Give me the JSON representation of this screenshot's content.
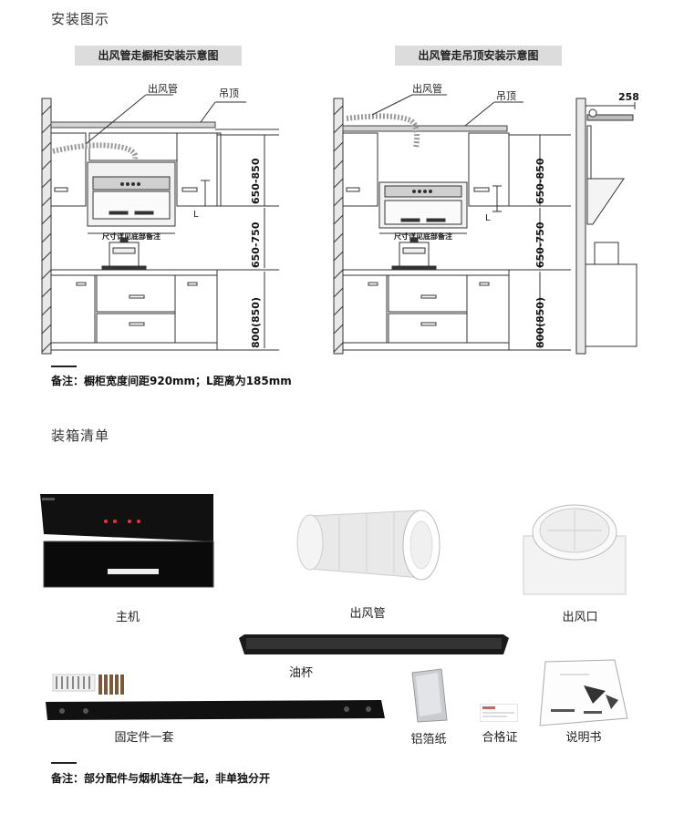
{
  "install": {
    "title": "安装图示",
    "diagram_left": {
      "title": "出风管走橱柜安装示意图",
      "duct_label": "出风管",
      "ceiling_label": "吊顶",
      "dim_top": "650-850",
      "dim_mid": "650-750",
      "dim_bottom": "800(850)",
      "size_note": "尺寸详见底部备注",
      "l_label": "L"
    },
    "diagram_right": {
      "title": "出风管走吊顶安装示意图",
      "duct_label": "出风管",
      "ceiling_label": "吊顶",
      "dim_top": "650-850",
      "dim_mid": "650-750",
      "dim_bottom": "800(850)",
      "size_note": "尺寸详见底部备注",
      "l_label": "L",
      "side_dim": "258"
    },
    "note": "备注：橱柜宽度间距920mm；L距离为185mm"
  },
  "packing": {
    "title": "装箱清单",
    "items": {
      "main_unit": "主机",
      "duct": "出风管",
      "outlet": "出风口",
      "oil_cup": "油杯",
      "fixings": "固定件一套",
      "foil": "铝箔纸",
      "certificate": "合格证",
      "manual": "说明书"
    },
    "note": "备注：部分配件与烟机连在一起，非单独分开"
  }
}
